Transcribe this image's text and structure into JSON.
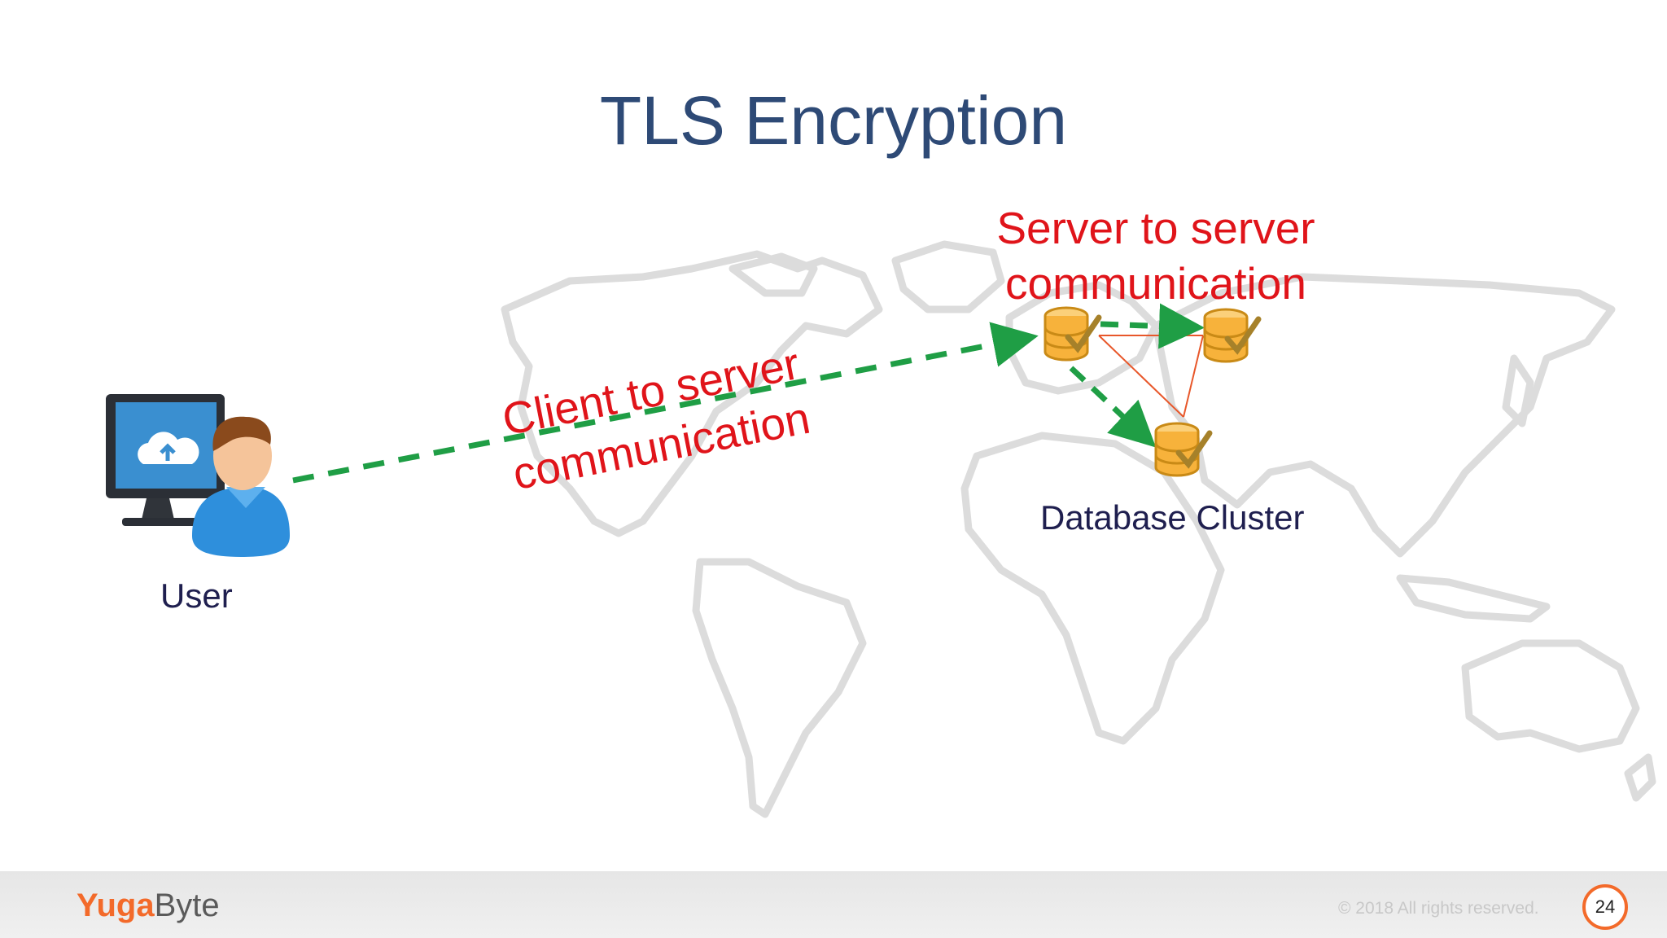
{
  "slide": {
    "title": "TLS Encryption",
    "server_label_line1": "Server to server",
    "server_label_line2": "communication",
    "client_label_line1": "Client to server",
    "client_label_line2": "communication",
    "cluster_label": "Database Cluster",
    "user_label": "User"
  },
  "footer": {
    "logo_prefix": "Yuga",
    "logo_suffix": "Byte",
    "copyright": "© 2018 All rights reserved.",
    "page_number": "24"
  },
  "colors": {
    "title": "#2e4a76",
    "label_red": "#e0141a",
    "arrow_green": "#1f9e45",
    "cluster_link": "#e8572a",
    "brand_orange": "#f36a2a",
    "map_outline": "#d8d8d8"
  },
  "icons": {
    "user": "user-computer-icon",
    "database": "database-check-icon",
    "map": "world-map-icon",
    "logo": "yugabyte-logo-icon"
  }
}
